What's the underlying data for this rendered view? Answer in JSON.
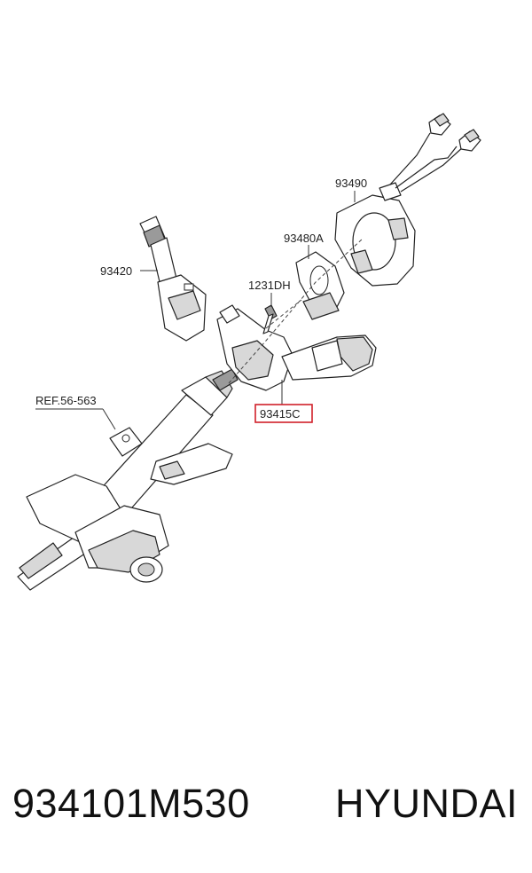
{
  "diagram": {
    "labels": {
      "clock_spring": "93490",
      "contact_plate": "93480A",
      "bolt": "1231DH",
      "wiper_switch": "93420",
      "reference": "REF.56-563",
      "highlighted_part": "93415C"
    },
    "highlight_color": "#d0202a"
  },
  "footer": {
    "part_number": "934101M530",
    "brand": "HYUNDAI"
  }
}
